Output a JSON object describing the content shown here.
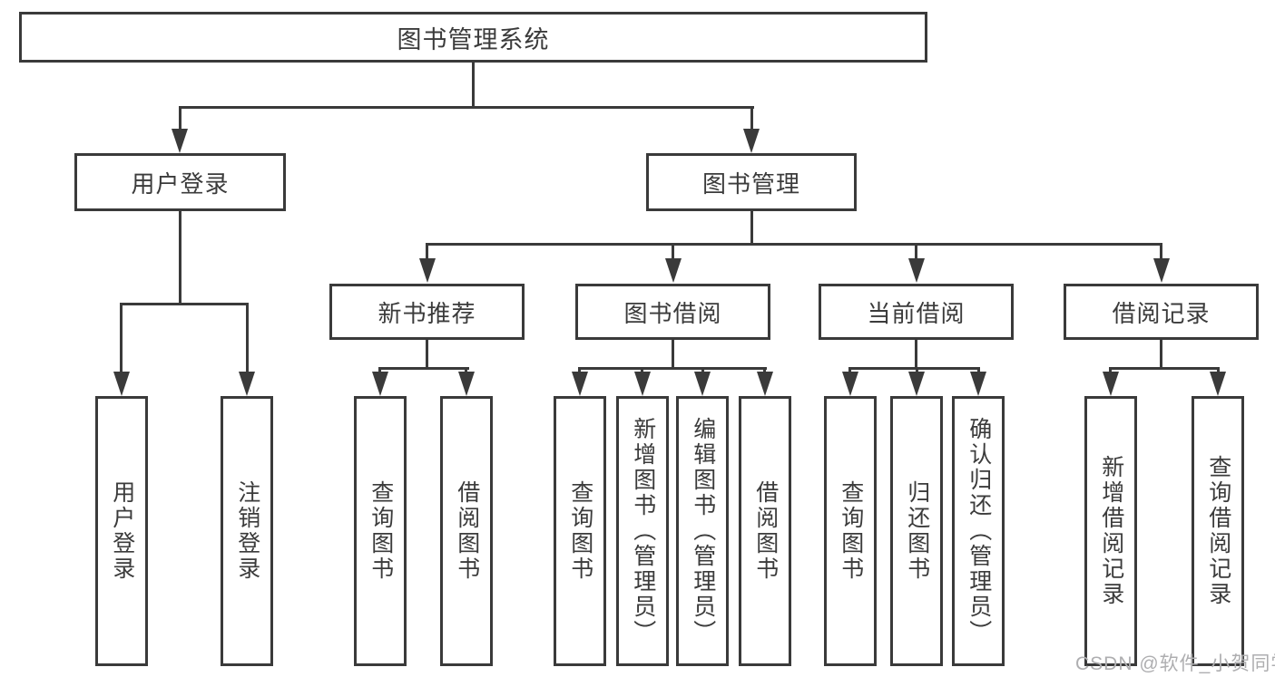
{
  "colors": {
    "line": "#3a3a3a",
    "box_border": "#3a3a3a",
    "box_fill": "#ffffff",
    "text": "#3b3b3b",
    "watermark": "#aeaeb0",
    "background": "#ffffff"
  },
  "chart_data": {
    "type": "tree-diagram",
    "title": "图书管理系统"
  },
  "tree": {
    "label": "图书管理系统",
    "children": [
      {
        "label": "用户登录",
        "children": [
          {
            "label": "用户登录"
          },
          {
            "label": "注销登录"
          }
        ]
      },
      {
        "label": "图书管理",
        "children": [
          {
            "label": "新书推荐",
            "children": [
              {
                "label": "查询图书"
              },
              {
                "label": "借阅图书"
              }
            ]
          },
          {
            "label": "图书借阅",
            "children": [
              {
                "label": "查询图书"
              },
              {
                "label": "新增图书（管理员）"
              },
              {
                "label": "编辑图书（管理员）"
              },
              {
                "label": "借阅图书"
              }
            ]
          },
          {
            "label": "当前借阅",
            "children": [
              {
                "label": "查询图书"
              },
              {
                "label": "归还图书"
              },
              {
                "label": "确认归还（管理员）"
              }
            ]
          },
          {
            "label": "借阅记录",
            "children": [
              {
                "label": "新增借阅记录"
              },
              {
                "label": "查询借阅记录"
              }
            ]
          }
        ]
      }
    ]
  },
  "watermark": {
    "text": "CSDN @软件_小贺同学"
  }
}
